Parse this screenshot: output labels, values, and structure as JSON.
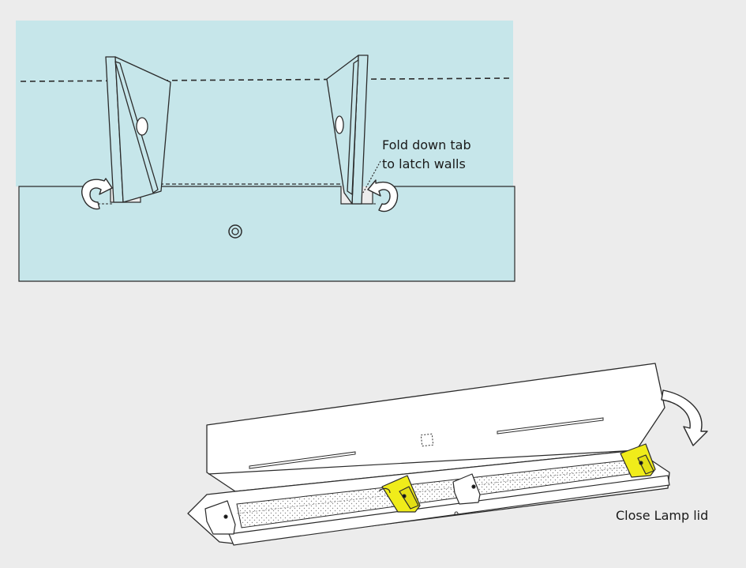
{
  "annotations": {
    "fold_tab_line1": "Fold down tab",
    "fold_tab_line2": "to latch walls",
    "close_lid": "Close Lamp lid"
  },
  "colors": {
    "background": "#ececec",
    "panel_fill": "#c6e6ea",
    "outline": "#2b2b2b",
    "tab_highlight": "#f0ec1a",
    "lid_fill": "#ffffff"
  },
  "icons": [
    "curved-arrow-left",
    "curved-arrow-right",
    "curved-arrow-down",
    "hole-ring"
  ]
}
